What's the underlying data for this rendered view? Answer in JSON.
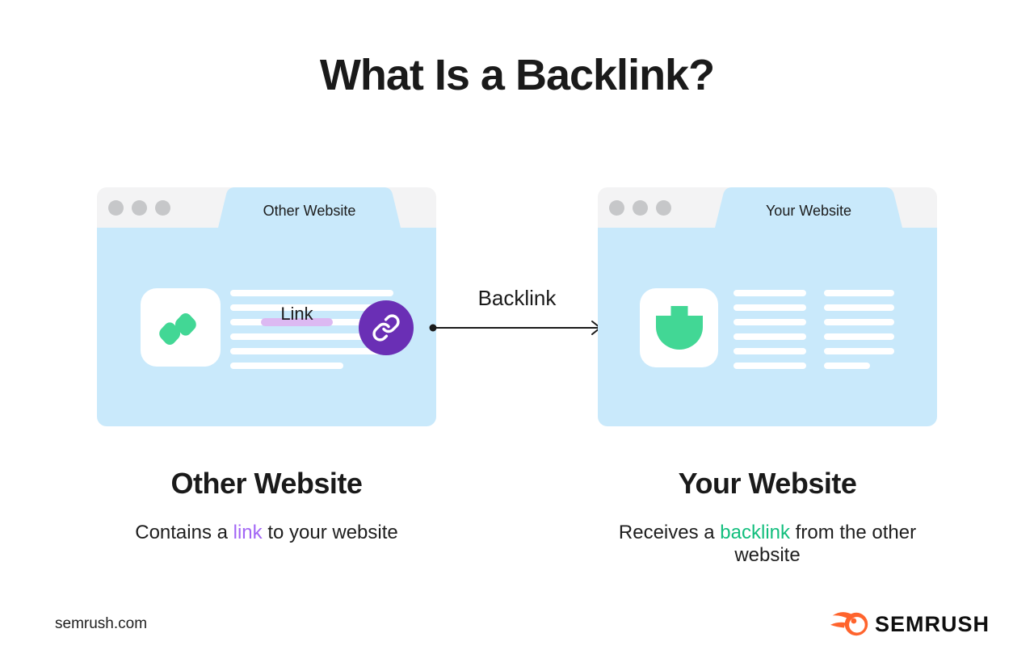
{
  "title": "What Is a Backlink?",
  "windows": {
    "left": {
      "tab_label": "Other Website",
      "link_label": "Link"
    },
    "right": {
      "tab_label": "Your Website"
    }
  },
  "arrow": {
    "label": "Backlink"
  },
  "captions": {
    "left": {
      "heading": "Other Website",
      "text_pre": "Contains a ",
      "text_highlight": "link",
      "text_post": " to your website"
    },
    "right": {
      "heading": "Your Website",
      "text_pre": "Receives a ",
      "text_highlight": "backlink",
      "text_post": " from the other website"
    }
  },
  "footer": {
    "site_label": "semrush.com",
    "brand_label": "SEMRUSH"
  },
  "icons": {
    "window_controls": "window-control-dots",
    "left_card_icon": "content-blob-icon",
    "link_button_icon": "chain-link-icon",
    "right_card_icon": "shield-icon",
    "brand_icon": "semrush-flame-icon"
  },
  "colors": {
    "window-blue": "#C9E9FB",
    "header-gray": "#F3F3F4",
    "dot-gray": "#C6C7C9",
    "green": "#42D795",
    "purple-circle": "#6A2FB5",
    "lavender": "#DCB9F2",
    "link-purple": "#A266F5",
    "backlink-green": "#12BE7D",
    "brand-orange": "#FF642D",
    "ink": "#1A1A1A"
  }
}
